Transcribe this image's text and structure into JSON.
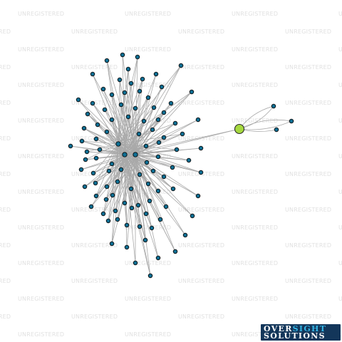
{
  "watermark": {
    "text": "UNREGISTERED"
  },
  "logo": {
    "word1": "OVER",
    "word2": "SIGHT",
    "word3": "SOLUTIONS"
  },
  "colors": {
    "node": "#0f6f94",
    "hub": "#a6d93f",
    "edge": "#a9a9a9",
    "watermark": "#e1e1e1",
    "logo_bg": "#13365a",
    "logo_accent": "#33b5e5"
  },
  "graph": {
    "node_count": 108,
    "hub_count": 1,
    "hub_degree": 5
  }
}
